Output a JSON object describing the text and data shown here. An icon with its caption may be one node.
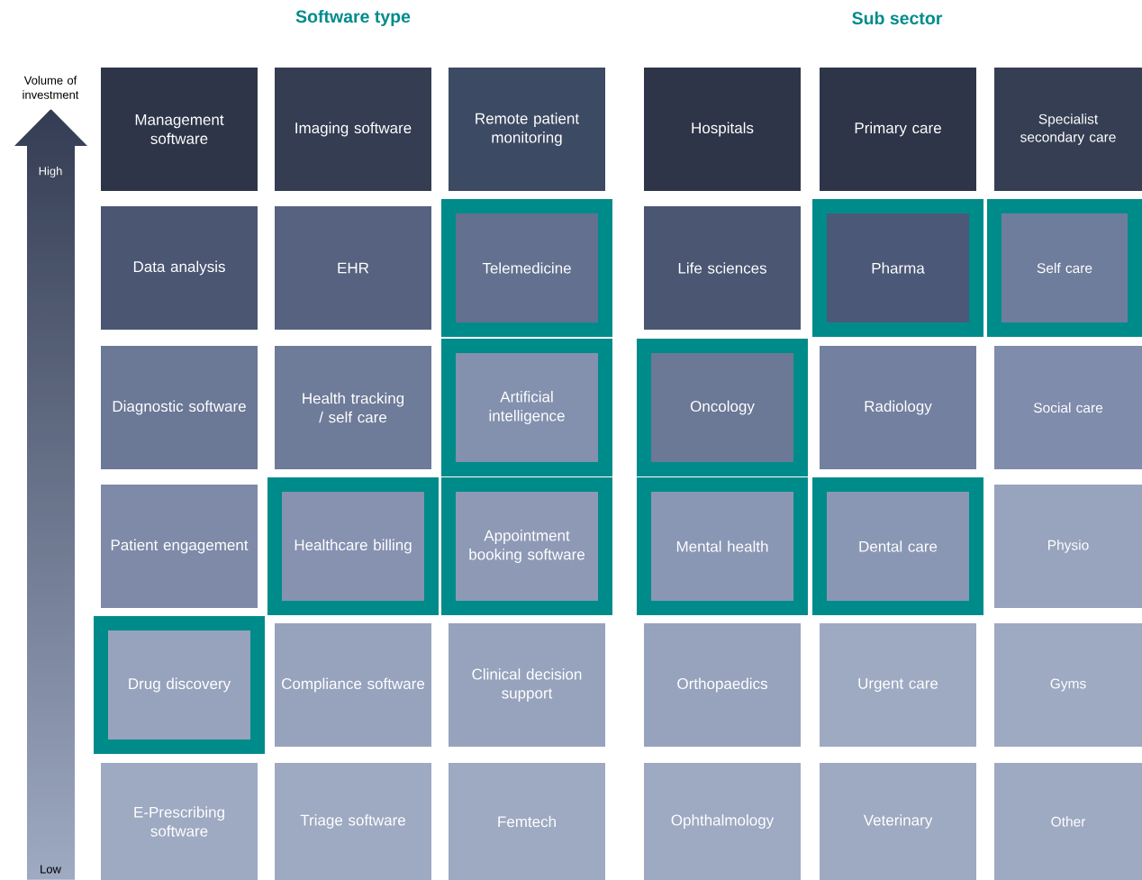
{
  "diagram": {
    "nodes": [
      {
        "text": [
          "Management software"
        ]
      },
      {
        "text": [
          "Imaging software"
        ]
      },
      {
        "text": [
          "Remote patient monitoring"
        ]
      },
      {
        "text": [
          "Hospitals"
        ]
      },
      {
        "text": [
          "Primary care"
        ]
      },
      {
        "text": [
          "Specialist secondary care"
        ]
      },
      {
        "text": [
          "Data analysis"
        ]
      },
      {
        "text": [
          "EHR"
        ]
      },
      {
        "text": [
          "Telemedicine"
        ]
      },
      {
        "text": [
          "Life sciences"
        ]
      },
      {
        "text": [
          "Pharma"
        ]
      },
      {
        "text": [
          "Self care"
        ]
      },
      {
        "text": [
          "Diagnostic software"
        ]
      },
      {
        "text": [
          "Health tracking / self care"
        ]
      },
      {
        "text": [
          "Artificial intelligence"
        ]
      },
      {
        "text": [
          "Oncology"
        ]
      },
      {
        "text": [
          "Radiology"
        ]
      },
      {
        "text": [
          "Social care"
        ]
      },
      {
        "text": [
          "Patient engagement"
        ]
      },
      {
        "text": [
          "Healthcare billing"
        ]
      },
      {
        "text": [
          "Appointment booking software"
        ]
      },
      {
        "text": [
          "Mental health"
        ]
      },
      {
        "text": [
          "Dental care"
        ]
      },
      {
        "text": [
          "Physio"
        ]
      },
      {
        "text": [
          "Drug discovery"
        ]
      },
      {
        "text": [
          "Compliance software"
        ]
      },
      {
        "text": [
          "Clinical decision support"
        ]
      },
      {
        "text": [
          "Orthopaedics"
        ]
      },
      {
        "text": [
          "Urgent care"
        ]
      },
      {
        "text": [
          "Gyms"
        ]
      },
      {
        "text": [
          "E-Prescribing software"
        ]
      },
      {
        "text": [
          "Triage software"
        ]
      },
      {
        "text": [
          "Femtech"
        ]
      },
      {
        "text": [
          "Ophthalmology"
        ]
      },
      {
        "text": [
          "Veterinary"
        ]
      },
      {
        "text": [
          "Other"
        ]
      }
    ],
    "labels": [
      "Software type",
      "Sub sector",
      "Volume of investment",
      "High",
      "Low"
    ]
  }
}
